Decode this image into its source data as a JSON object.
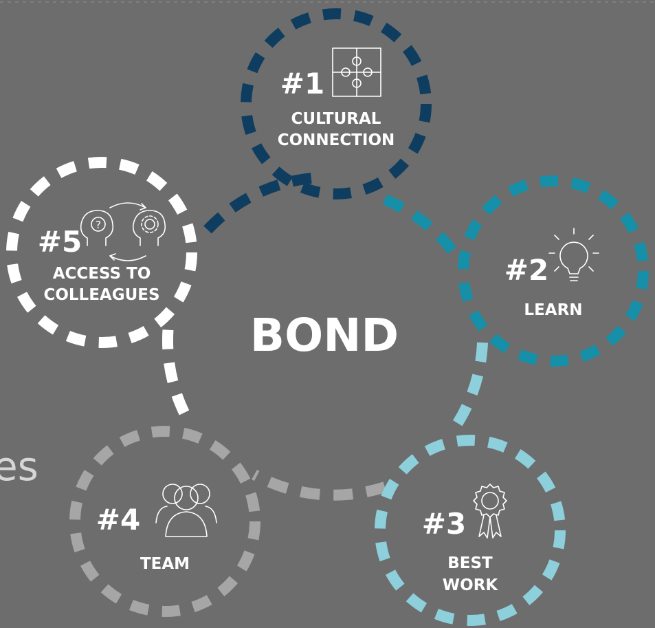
{
  "center_label": "BOND",
  "partial_text": "es",
  "colors": {
    "background": "#6d6d6d",
    "node1": "#0e3d60",
    "node2": "#1590a8",
    "node3": "#8ecfdc",
    "node4": "#a6a6a6",
    "node5": "#ffffff",
    "text": "#ffffff"
  },
  "nodes": [
    {
      "id": "1",
      "number": "#1",
      "label_lines": [
        "CULTURAL",
        "CONNECTION"
      ],
      "icon": "puzzle-icon"
    },
    {
      "id": "2",
      "number": "#2",
      "label_lines": [
        "LEARN"
      ],
      "icon": "lightbulb-icon"
    },
    {
      "id": "3",
      "number": "#3",
      "label_lines": [
        "BEST",
        "WORK"
      ],
      "icon": "award-ribbon-icon"
    },
    {
      "id": "4",
      "number": "#4",
      "label_lines": [
        "TEAM"
      ],
      "icon": "team-icon"
    },
    {
      "id": "5",
      "number": "#5",
      "label_lines": [
        "ACCESS TO",
        "COLLEAGUES"
      ],
      "icon": "exchange-heads-icon"
    }
  ]
}
